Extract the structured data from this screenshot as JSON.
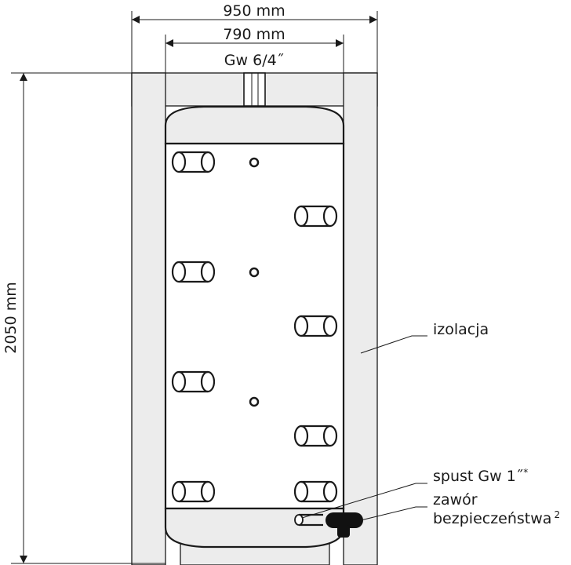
{
  "dimensions": {
    "outer_width": "950 mm",
    "inner_width": "790 mm",
    "top_port": "Gw 6/4˝",
    "height": "2050 mm"
  },
  "labels": {
    "insulation": "izolacja",
    "drain": "spust Gw 1˝",
    "drain_mark": "*",
    "valve_line1": "zawór",
    "valve_line2": "bezpieczeństwa",
    "valve_mark": "2"
  },
  "colors": {
    "line": "#1a1a1a",
    "insulation_fill": "#ececec",
    "valve": "#111111"
  }
}
